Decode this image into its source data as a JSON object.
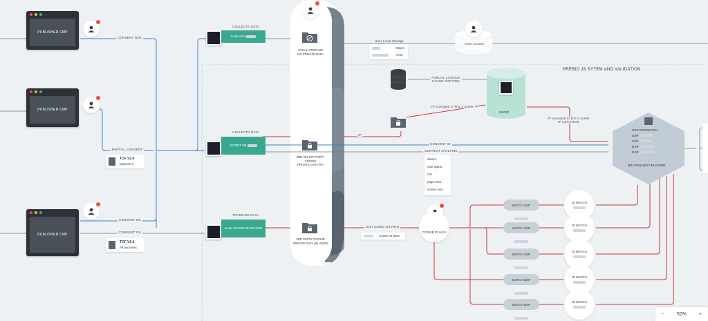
{
  "publishers": [
    {
      "screen": "PUBLISHER CMP",
      "consent": "CONSENT NOK"
    },
    {
      "screen": "PUBLISHER CMP",
      "consent": "PARTIAL CONSENT"
    },
    {
      "screen": "PUBLISHER CMP",
      "consent": "CONSENT OK",
      "consent2": "CONSENT OK"
    }
  ],
  "tcf_cards": [
    {
      "title": "TCF V2.0",
      "sub": "purpose 8"
    },
    {
      "title": "TCF V2.0",
      "sub": "All purposes"
    }
  ],
  "collect": [
    {
      "header": "COLLECTE DATA",
      "pill": "script View"
    },
    {
      "header": "COLLECTE DATA",
      "pill": "SCRIPT HB"
    },
    {
      "header": "TRACKING DATA",
      "pill": "script COOKIE MATCHING"
    }
  ],
  "storage": [
    {
      "label": "LOCAL STORAGE\nNO PRIVATE DATA"
    },
    {
      "label": "3RD OR 1ST PARTY COOKIE\nPRIVATE DATA (IP)"
    },
    {
      "label": "3RD PARTY COOKIE\nPRIVATE DATA (ID USER)"
    }
  ],
  "local_storage": {
    "label": "User Local Storage",
    "rows": [
      "Object",
      "Array"
    ],
    "counter": "View counter"
  },
  "prebid_title": "PREBID JS SYTEM AND VALIDATION",
  "licence": "ANNUAL LICENCE\nCACHE COPYING",
  "geoip": "GEOIP",
  "ip_trunc_left": "IP truncated to first 3 octets",
  "ip_trunc_right": "IP truncated to first 3 octets\nIP LOCATION",
  "ip_label": "IP",
  "consent_id": "CONSENT ID",
  "context": "CONTEXT ANALYSIS",
  "context_items": [
    "device",
    "user agent",
    "OS",
    "page view",
    "screen size"
  ],
  "bid": {
    "lines": [
      "SSP BIDSWITCH",
      "SSP",
      "SSP",
      "DSP",
      "DSP"
    ],
    "footer": "BID REQUEST BUILDER"
  },
  "cookie_user": {
    "label": "User Cookie 3rd Party",
    "days": "cookie 30 days",
    "alea": "COOKIE ID ALEA"
  },
  "matches": [
    "MATCH SSP",
    "MATCH SSP",
    "MATCH SSP",
    "MATCH DSP",
    "MATCH DSP"
  ],
  "id_match": "ID MATCH",
  "zoom": {
    "minus": "−",
    "level": "52%",
    "plus": "+"
  },
  "colors": {
    "blue": "#3a7fd0",
    "red": "#c8343c",
    "teal": "#3aa88f",
    "grey": "#6b7580"
  }
}
